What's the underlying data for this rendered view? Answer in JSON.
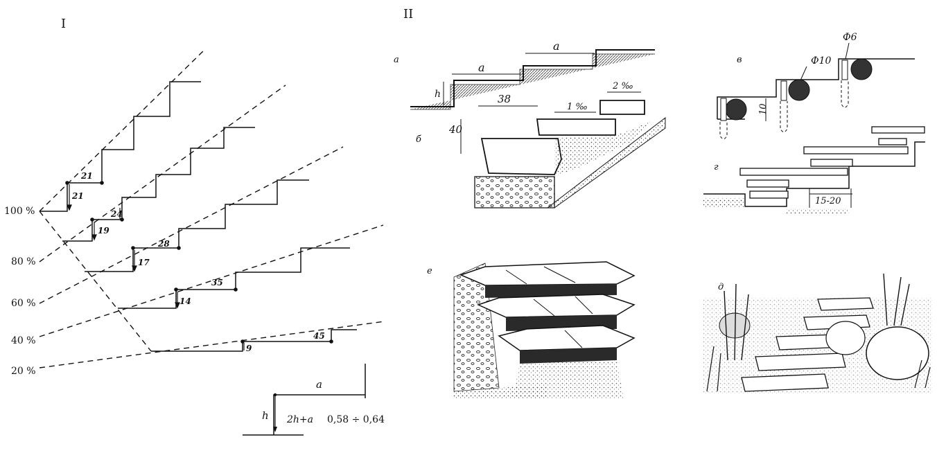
{
  "panel_I": {
    "label": "I",
    "slopes": [
      "100 %",
      "80 %",
      "60 %",
      "40 %",
      "20 %"
    ],
    "step_dims": [
      {
        "a": "21",
        "h": "21"
      },
      {
        "a": "24",
        "h": "19"
      },
      {
        "a": "28",
        "h": "17"
      },
      {
        "a": "35",
        "h": "14"
      },
      {
        "a": "45",
        "h": "9"
      }
    ],
    "legend": {
      "a": "a",
      "h": "h",
      "formula": "2h+a",
      "range": "0,58 ÷ 0,64"
    }
  },
  "panel_II": {
    "label": "II",
    "a": {
      "letter": "а",
      "tread": "a",
      "riser": "h"
    },
    "b": {
      "letter": "б",
      "width": "38",
      "height": "40",
      "slope1": "1 ‰",
      "slope2": "2 ‰"
    },
    "v": {
      "letter": "в",
      "dia_big": "Ф10",
      "dia_small": "Ф6",
      "height": "10"
    },
    "g": {
      "letter": "г",
      "width": "15-20"
    },
    "e": {
      "letter": "е"
    },
    "d": {
      "letter": "д"
    }
  },
  "colors": {
    "ink": "#111111",
    "paper": "#ffffff",
    "stone": "#3a3a3a"
  }
}
